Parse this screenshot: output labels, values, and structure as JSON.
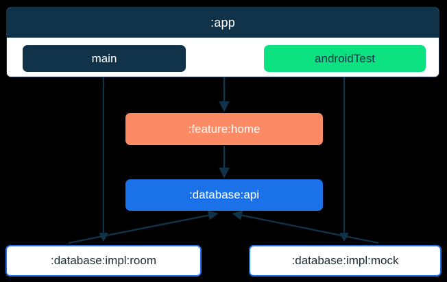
{
  "diagram": {
    "type": "module-dependency-graph",
    "background_color": "#000000",
    "edge_color": "#103349",
    "app_module": {
      "title": ":app",
      "header_color": "#103349",
      "body_color": "#ffffff",
      "source_sets": [
        {
          "label": "main",
          "color": "#103349",
          "text_color": "#ffffff"
        },
        {
          "label": "androidTest",
          "color": "#0ce180",
          "text_color": "#103349"
        }
      ]
    },
    "nodes": [
      {
        "id": "feature-home",
        "label": ":feature:home",
        "color": "#fb8a65",
        "text_color": "#ffffff"
      },
      {
        "id": "database-api",
        "label": ":database:api",
        "color": "#1b72e8",
        "text_color": "#ffffff"
      },
      {
        "id": "database-impl-room",
        "label": ":database:impl:room",
        "color": "#ffffff",
        "text_color": "#1a2a33",
        "border_color": "#1f73ef"
      },
      {
        "id": "database-impl-mock",
        "label": ":database:impl:mock",
        "color": "#ffffff",
        "text_color": "#1a2a33",
        "border_color": "#1f73ef"
      }
    ],
    "edges": [
      {
        "from": "app:main",
        "to": "database-impl-room"
      },
      {
        "from": "app",
        "to": "feature-home"
      },
      {
        "from": "app:androidTest",
        "to": "database-impl-mock"
      },
      {
        "from": "feature-home",
        "to": "database-api"
      },
      {
        "from": "database-impl-room",
        "to": "database-api"
      },
      {
        "from": "database-impl-mock",
        "to": "database-api"
      }
    ]
  }
}
